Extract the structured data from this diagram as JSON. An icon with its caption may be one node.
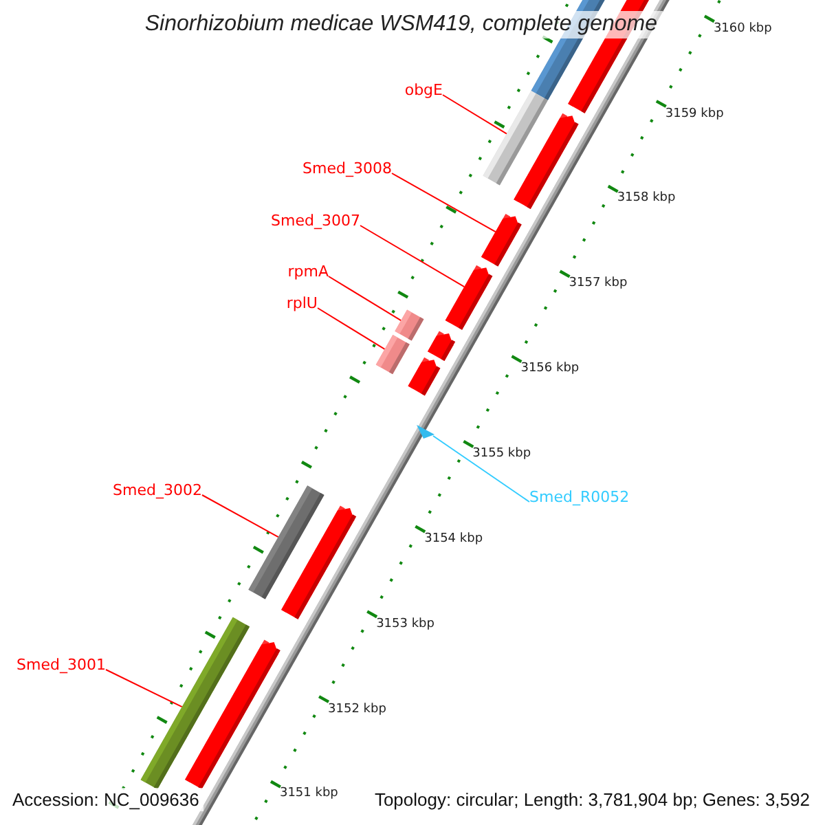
{
  "diagram": {
    "title": "Sinorhizobium medicae WSM419, complete genome",
    "nodes": [
      {
        "text": [
          "obgE"
        ]
      },
      {
        "text": [
          "Smed_3008"
        ]
      },
      {
        "text": [
          "Smed_3007"
        ]
      },
      {
        "text": [
          "rpmA"
        ]
      },
      {
        "text": [
          "rplU"
        ]
      },
      {
        "text": [
          "Smed_3002"
        ]
      },
      {
        "text": [
          "Smed_R0052"
        ]
      },
      {
        "text": [
          "Smed_3001"
        ]
      },
      {
        "text": [],
        "shape": "bar"
      },
      {
        "text": [],
        "shape": "bar"
      },
      {
        "text": [],
        "shape": "bar"
      },
      {
        "text": [],
        "shape": "bar"
      },
      {
        "text": [],
        "shape": "bar"
      },
      {
        "text": [],
        "shape": "bar"
      },
      {
        "text": [],
        "shape": "triangle"
      },
      {
        "text": [],
        "shape": "bar"
      }
    ],
    "edges": [
      {
        "from": 0,
        "to": 8,
        "arrow": "none"
      },
      {
        "from": 1,
        "to": 9,
        "arrow": "none"
      },
      {
        "from": 2,
        "to": 10,
        "arrow": "none"
      },
      {
        "from": 3,
        "to": 11,
        "arrow": "none"
      },
      {
        "from": 4,
        "to": 12,
        "arrow": "none"
      },
      {
        "from": 5,
        "to": 13,
        "arrow": "none"
      },
      {
        "from": 6,
        "to": 14,
        "arrow": "none",
        "color": "#33ccff"
      },
      {
        "from": 7,
        "to": 15,
        "arrow": "none"
      }
    ],
    "labels": [
      "3160 kbp",
      "3159 kbp",
      "3158 kbp",
      "3157 kbp",
      "3156 kbp",
      "3155 kbp",
      "3154 kbp",
      "3153 kbp",
      "3152 kbp",
      "3151 kbp",
      "Accession: NC_009636",
      "Topology: circular; Length: 3,781,904 bp; Genes: 3,592"
    ]
  }
}
